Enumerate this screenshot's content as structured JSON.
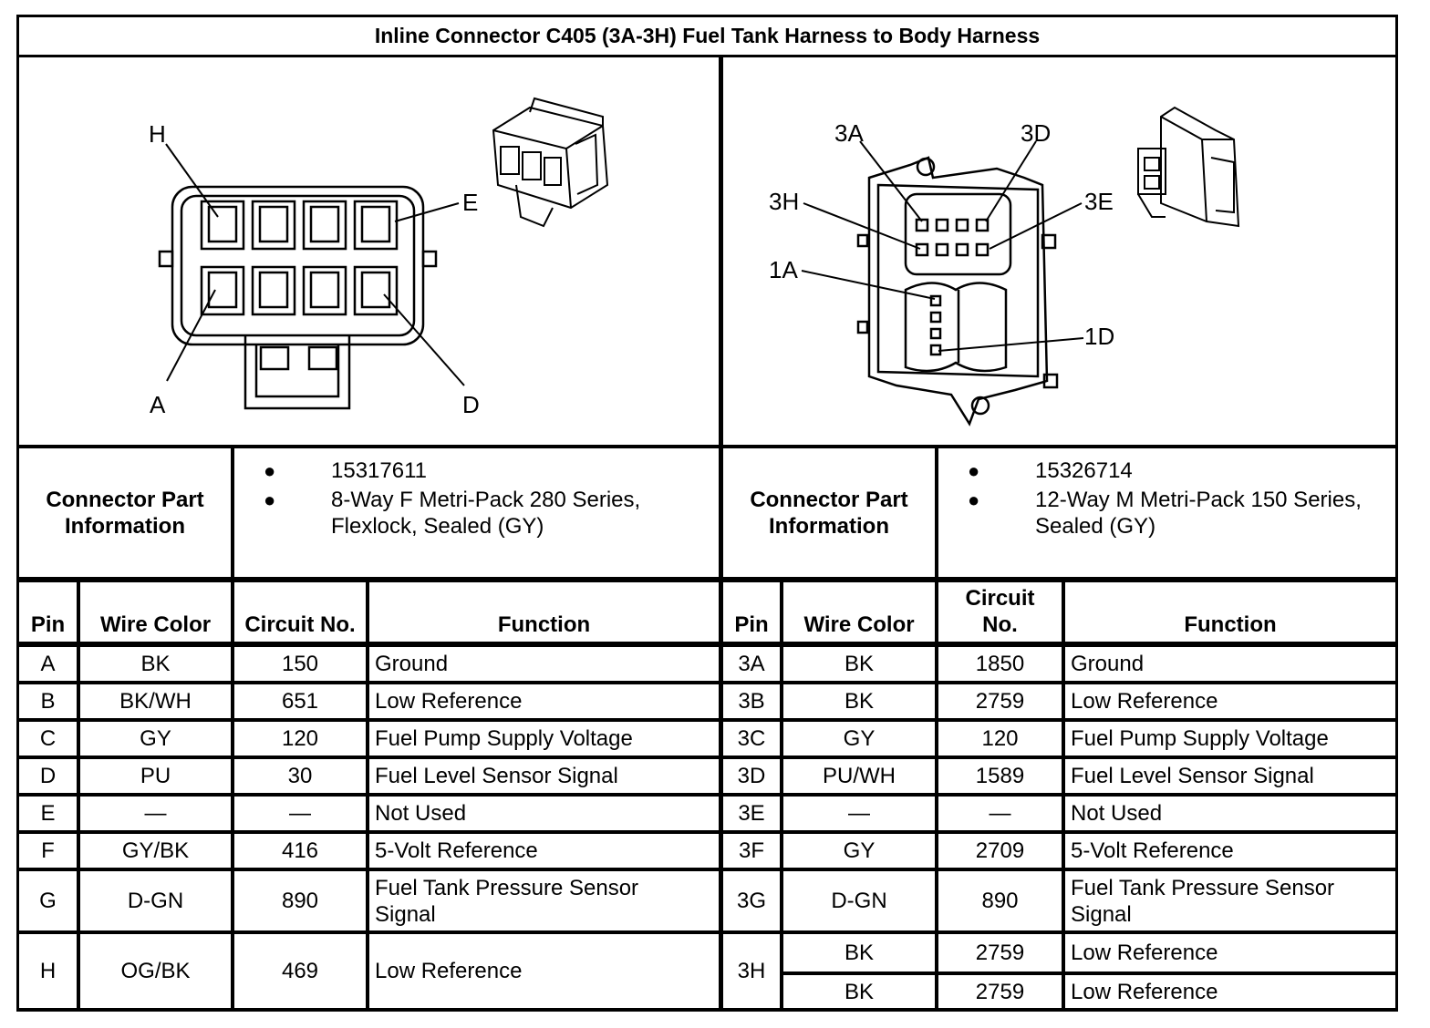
{
  "title": "Inline Connector C405 (3A-3H) Fuel Tank Harness to Body Harness",
  "left": {
    "callouts": [
      "H",
      "E",
      "A",
      "D"
    ],
    "info_label": "Connector Part Information",
    "info_items": [
      "15317611",
      "8-Way F Metri-Pack 280 Series, Flexlock, Sealed (GY)"
    ],
    "headers": {
      "pin": "Pin",
      "wire_color": "Wire Color",
      "circuit": "Circuit No.",
      "function": "Function"
    },
    "rows": [
      {
        "pin": "A",
        "color": "BK",
        "circuit": "150",
        "function": "Ground"
      },
      {
        "pin": "B",
        "color": "BK/WH",
        "circuit": "651",
        "function": "Low Reference"
      },
      {
        "pin": "C",
        "color": "GY",
        "circuit": "120",
        "function": "Fuel Pump Supply Voltage"
      },
      {
        "pin": "D",
        "color": "PU",
        "circuit": "30",
        "function": "Fuel Level Sensor Signal"
      },
      {
        "pin": "E",
        "color": "—",
        "circuit": "—",
        "function": "Not Used"
      },
      {
        "pin": "F",
        "color": "GY/BK",
        "circuit": "416",
        "function": "5-Volt Reference"
      },
      {
        "pin": "G",
        "color": "D-GN",
        "circuit": "890",
        "function": "Fuel Tank Pressure Sensor Signal"
      },
      {
        "pin": "H",
        "color": "OG/BK",
        "circuit": "469",
        "function": "Low Reference"
      }
    ]
  },
  "right": {
    "callouts": [
      "3A",
      "3D",
      "3H",
      "3E",
      "1A",
      "1D"
    ],
    "info_label": "Connector Part Information",
    "info_items": [
      "15326714",
      "12-Way M Metri-Pack 150 Series, Sealed (GY)"
    ],
    "headers": {
      "pin": "Pin",
      "wire_color": "Wire Color",
      "circuit": "Circuit No.",
      "function": "Function"
    },
    "rows": [
      {
        "pin": "3A",
        "color": "BK",
        "circuit": "1850",
        "function": "Ground"
      },
      {
        "pin": "3B",
        "color": "BK",
        "circuit": "2759",
        "function": "Low Reference"
      },
      {
        "pin": "3C",
        "color": "GY",
        "circuit": "120",
        "function": "Fuel Pump Supply Voltage"
      },
      {
        "pin": "3D",
        "color": "PU/WH",
        "circuit": "1589",
        "function": "Fuel Level Sensor Signal"
      },
      {
        "pin": "3E",
        "color": "—",
        "circuit": "—",
        "function": "Not Used"
      },
      {
        "pin": "3F",
        "color": "GY",
        "circuit": "2709",
        "function": "5-Volt Reference"
      },
      {
        "pin": "3G",
        "color": "D-GN",
        "circuit": "890",
        "function": "Fuel Tank Pressure Sensor Signal"
      },
      {
        "pin": "3H",
        "color": "BK",
        "circuit": "2759",
        "function": "Low Reference"
      },
      {
        "pin": "",
        "color": "BK",
        "circuit": "2759",
        "function": "Low Reference"
      }
    ]
  }
}
